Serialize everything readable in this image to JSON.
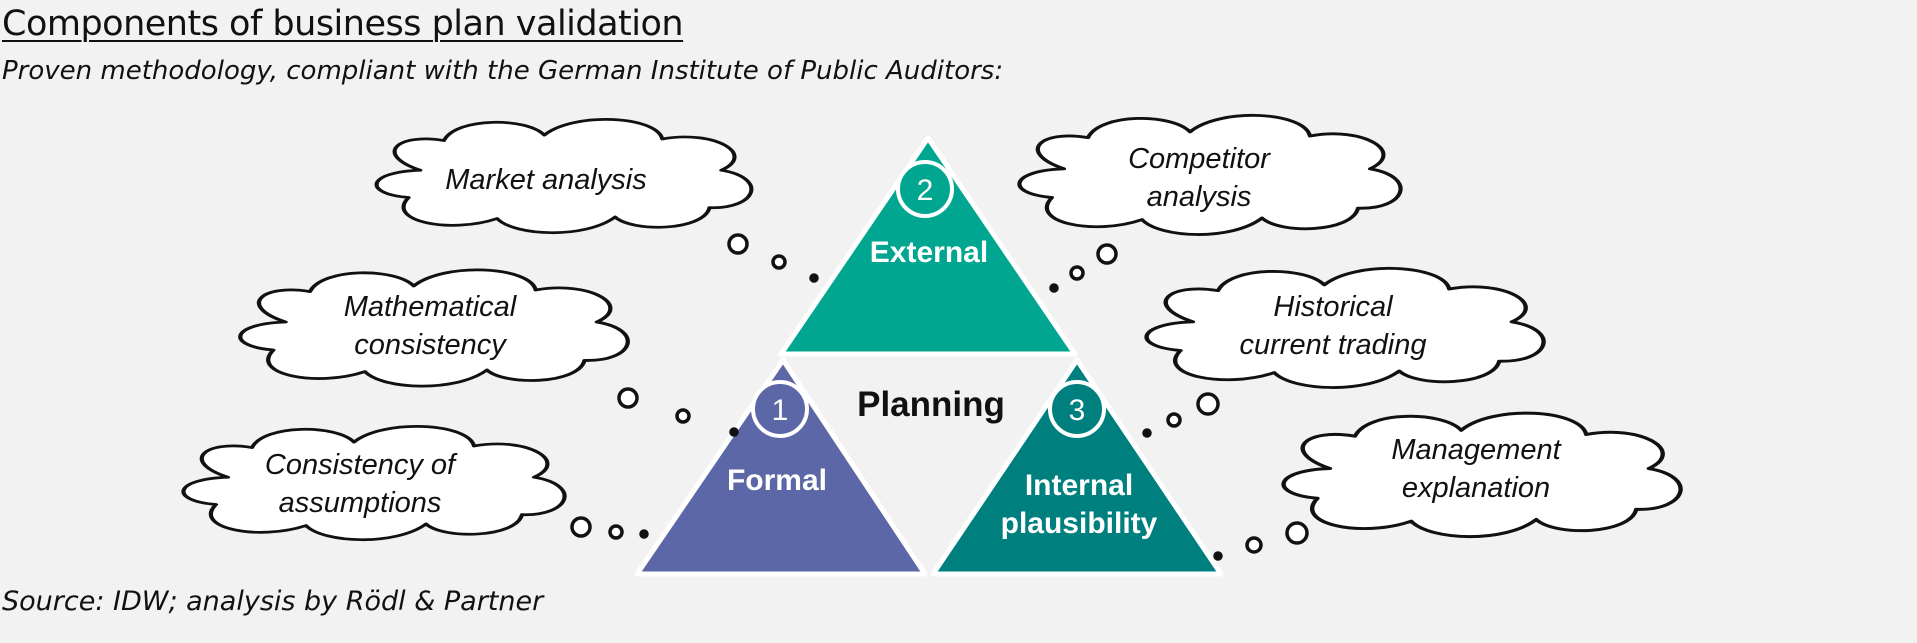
{
  "title": "Components of business plan validation",
  "subtitle": "Proven methodology, compliant with the German Institute of Public Auditors:",
  "source": "Source: IDW; analysis by Rödl & Partner",
  "center_label": "Planning",
  "triangles": {
    "external": {
      "number": "2",
      "label": "External",
      "color": "#00a68f"
    },
    "formal": {
      "number": "1",
      "label": "Formal",
      "color": "#5b67a6"
    },
    "internal": {
      "number": "3",
      "label_line1": "Internal",
      "label_line2": "plausibility",
      "color": "#007f7f"
    }
  },
  "clouds": {
    "market": {
      "line1": "Market analysis"
    },
    "mathematical": {
      "line1": "Mathematical",
      "line2": "consistency"
    },
    "assumptions": {
      "line1": "Consistency of",
      "line2": "assumptions"
    },
    "competitor": {
      "line1": "Competitor",
      "line2": "analysis"
    },
    "historical": {
      "line1": "Historical",
      "line2": "current trading"
    },
    "management": {
      "line1": "Management",
      "line2": "explanation"
    }
  }
}
